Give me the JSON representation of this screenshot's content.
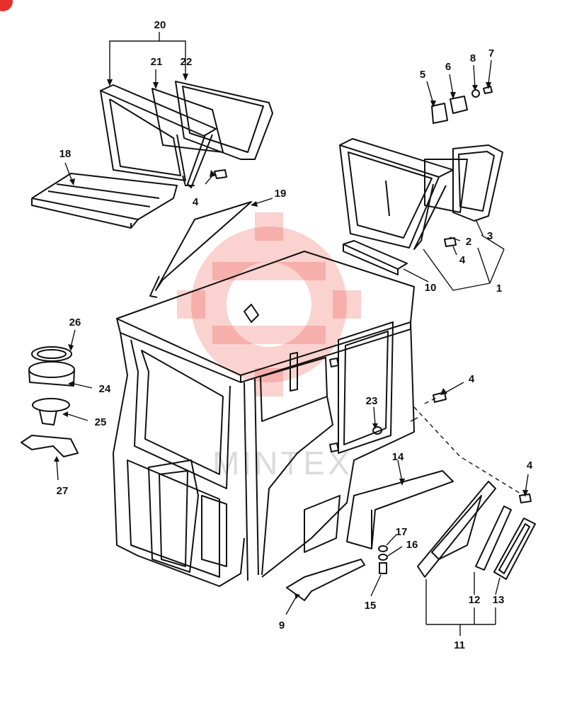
{
  "watermark": {
    "text": "MINTEX",
    "color": "#e8302a"
  },
  "colors": {
    "line": "#111111",
    "badge": "#e8302a"
  },
  "callouts": [
    {
      "id": "20",
      "label": "20"
    },
    {
      "id": "21",
      "label": "21"
    },
    {
      "id": "22",
      "label": "22"
    },
    {
      "id": "18",
      "label": "18"
    },
    {
      "id": "4a",
      "label": "4"
    },
    {
      "id": "19",
      "label": "19"
    },
    {
      "id": "5",
      "label": "5"
    },
    {
      "id": "6",
      "label": "6"
    },
    {
      "id": "8",
      "label": "8"
    },
    {
      "id": "7",
      "label": "7"
    },
    {
      "id": "2",
      "label": "2"
    },
    {
      "id": "3",
      "label": "3"
    },
    {
      "id": "4b",
      "label": "4"
    },
    {
      "id": "10",
      "label": "10"
    },
    {
      "id": "1",
      "label": "1"
    },
    {
      "id": "26",
      "label": "26"
    },
    {
      "id": "24",
      "label": "24"
    },
    {
      "id": "25",
      "label": "25"
    },
    {
      "id": "27",
      "label": "27"
    },
    {
      "id": "4c",
      "label": "4"
    },
    {
      "id": "23",
      "label": "23"
    },
    {
      "id": "14",
      "label": "14"
    },
    {
      "id": "4d",
      "label": "4"
    },
    {
      "id": "17",
      "label": "17"
    },
    {
      "id": "16",
      "label": "16"
    },
    {
      "id": "15",
      "label": "15"
    },
    {
      "id": "9",
      "label": "9"
    },
    {
      "id": "12",
      "label": "12"
    },
    {
      "id": "13",
      "label": "13"
    },
    {
      "id": "11",
      "label": "11"
    }
  ]
}
